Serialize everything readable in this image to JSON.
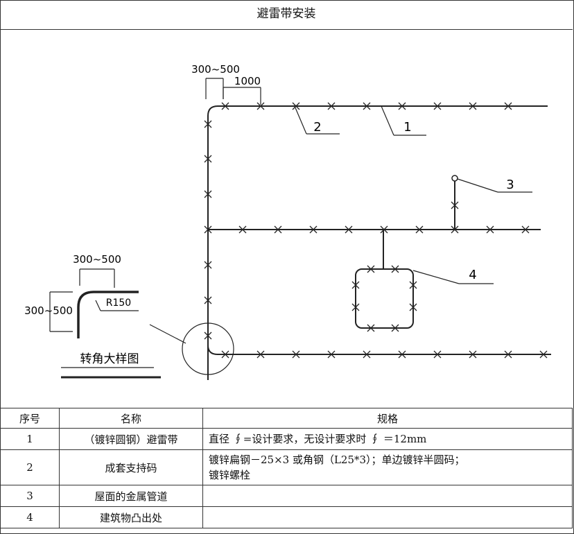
{
  "title": "避雷带安装",
  "drawing": {
    "dim_300_500_top": "300~500",
    "dim_1000": "1000",
    "callout_1": "1",
    "callout_2": "2",
    "callout_3": "3",
    "callout_4": "4",
    "detail_dim_horizontal": "300~500",
    "detail_dim_vertical": "300~500",
    "detail_radius": "R150",
    "detail_caption": "转角大样图"
  },
  "table": {
    "headers": [
      "序号",
      "名称",
      "规格"
    ],
    "rows": [
      {
        "no": "1",
        "name": "（镀锌圆钢）避雷带",
        "spec": [
          "直径 ∮=设计要求，无设计要求时 ∮ ＝12mm"
        ]
      },
      {
        "no": "2",
        "name": "成套支持码",
        "spec": [
          "镀锌扁钢－25×3 或角钢（L25*3）；单边镀锌半圆码；",
          "镀锌螺栓"
        ]
      },
      {
        "no": "3",
        "name": "屋面的金属管道",
        "spec": []
      },
      {
        "no": "4",
        "name": "建筑物凸出处",
        "spec": []
      }
    ]
  }
}
